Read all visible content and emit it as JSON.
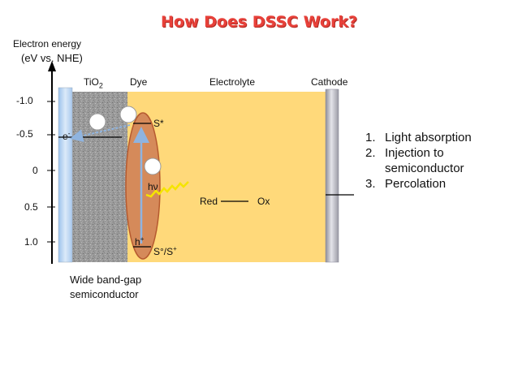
{
  "title": "How Does DSSC Work?",
  "axis": {
    "label_line1": "Electron energy",
    "label_line2": "(eV vs. NHE)",
    "ticks": [
      "-1.0",
      "-0.5",
      "0",
      "0.5",
      "1.0"
    ]
  },
  "regions": {
    "tio2_main": "TiO",
    "tio2_sub": "2",
    "dye": "Dye",
    "electrolyte": "Electrolyte",
    "cathode": "Cathode"
  },
  "labels": {
    "s_star": "S*",
    "electron": "e",
    "electron_sup": "-",
    "hv": "hν",
    "hole": "h",
    "hole_sup": "+",
    "ground_state": "S°/S",
    "ground_state_sup": "+",
    "red": "Red",
    "ox": "Ox",
    "semiconductor_line1": "Wide band-gap",
    "semiconductor_line2": "semiconductor"
  },
  "steps": [
    {
      "num": "1.",
      "text": "Light absorption"
    },
    {
      "num": "2.",
      "text": "Injection to"
    },
    {
      "num": "",
      "text": "semiconductor"
    },
    {
      "num": "3.",
      "text": "Percolation"
    }
  ],
  "colors": {
    "title": "#e8413a",
    "electrolyte": "#ffd97a",
    "dye": "#d58a5a",
    "electrode": "#bcd8f5",
    "arrow": "#8fb4e0",
    "photon": "#f5e400"
  }
}
